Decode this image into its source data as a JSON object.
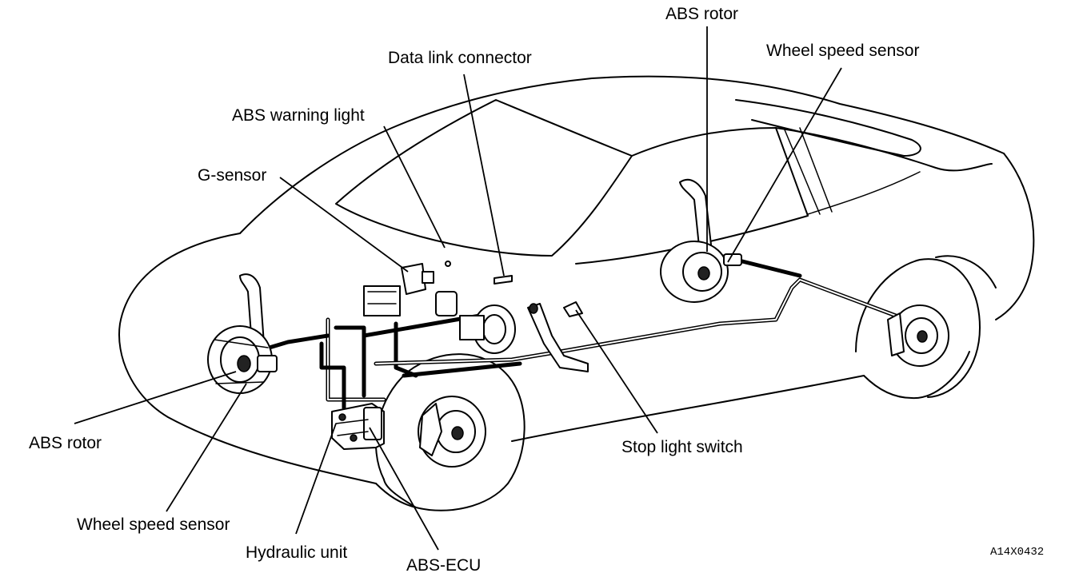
{
  "labels": {
    "abs_rotor_rear": "ABS rotor",
    "wheel_speed_sensor_rear": "Wheel speed sensor",
    "data_link_connector": "Data link connector",
    "abs_warning_light": "ABS warning light",
    "g_sensor": "G-sensor",
    "abs_rotor_front": "ABS rotor",
    "stop_light_switch": "Stop light switch",
    "wheel_speed_sensor_front": "Wheel speed sensor",
    "hydraulic_unit": "Hydraulic unit",
    "abs_ecu": "ABS-ECU"
  },
  "figure_code": "A14X0432"
}
